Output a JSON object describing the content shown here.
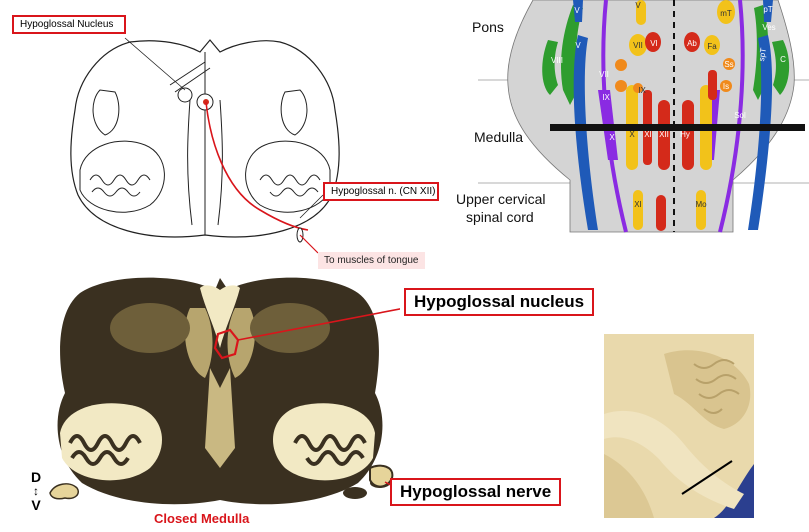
{
  "line_drawing": {
    "hypoglossal_nucleus_label": "Hypoglossal Nucleus",
    "hypoglossal_nerve_label": "Hypoglossal n. (CN XII)",
    "target_label": "To muscles of tongue"
  },
  "brainstem_diagram": {
    "regions": {
      "pons": "Pons",
      "medulla": "Medulla",
      "upper_cervical_line1": "Upper cervical",
      "upper_cervical_line2": "spinal cord"
    },
    "nuclei": {
      "pT": "pT",
      "Ves": "Ves",
      "C": "C",
      "spT": "spT",
      "V": "V",
      "VI": "VI",
      "VII": "VII",
      "VIII": "VIII",
      "IX": "IX",
      "X": "X",
      "XI": "XI",
      "XII": "XII",
      "Hy": "Hy",
      "Ab": "Ab",
      "Fa": "Fa",
      "Ss": "Ss",
      "Is": "Is",
      "Sol": "Sol",
      "mT": "mT",
      "Mo": "Mo"
    }
  },
  "photo_section": {
    "nucleus_label": "Hypoglossal nucleus",
    "nerve_label": "Hypoglossal nerve",
    "caption": "Closed Medulla",
    "orientation_dorsal": "D",
    "orientation_ventral": "V"
  },
  "colors": {
    "label_border": "#d9151b",
    "pink_box": "#fce4e4",
    "motor_purple": "#8a2be2",
    "nucleus_red": "#d42a1a",
    "nucleus_yellow": "#f2c21a",
    "nucleus_blue": "#1f5ab8",
    "nucleus_green": "#2e9d2e",
    "nucleus_orange": "#f08a1c",
    "tissue_dark": "#3a3020",
    "tissue_light": "#f2e9c4"
  }
}
